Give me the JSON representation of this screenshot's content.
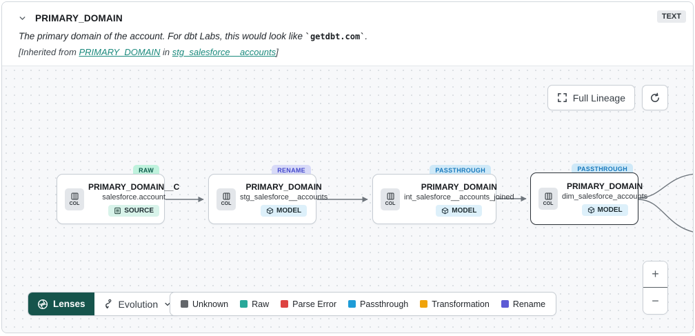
{
  "header": {
    "title": "PRIMARY_DOMAIN",
    "type_badge": "TEXT",
    "description": {
      "prefix": "The primary domain of the account. For dbt Labs, this would look like ",
      "code": "`getdbt.com`",
      "suffix": "."
    },
    "inherited": {
      "prefix": "[Inherited from ",
      "column_link": "PRIMARY_DOMAIN",
      "middle": " in ",
      "model_link": "stg_salesforce__accounts",
      "suffix": "]"
    }
  },
  "canvas": {
    "full_lineage_label": "Full Lineage",
    "zoom_in_label": "+",
    "zoom_out_label": "−",
    "nodes": [
      {
        "badge": "RAW",
        "col_label": "COL",
        "title": "PRIMARY_DOMAIN__C",
        "subtitle": "salesforce.account",
        "resource_label": "SOURCE"
      },
      {
        "badge": "RENAME",
        "col_label": "COL",
        "title": "PRIMARY_DOMAIN",
        "subtitle": "stg_salesforce__accounts",
        "resource_label": "MODEL"
      },
      {
        "badge": "PASSTHROUGH",
        "col_label": "COL",
        "title": "PRIMARY_DOMAIN",
        "subtitle": "int_salesforce__accounts_joined",
        "resource_label": "MODEL"
      },
      {
        "badge": "PASSTHROUGH",
        "col_label": "COL",
        "title": "PRIMARY_DOMAIN",
        "subtitle": "dim_salesforce_accounts",
        "resource_label": "MODEL"
      }
    ]
  },
  "footer": {
    "lenses_label": "Lenses",
    "lens_selected": "Evolution",
    "legend": [
      {
        "label": "Unknown",
        "color": "#63666a"
      },
      {
        "label": "Raw",
        "color": "#28a899"
      },
      {
        "label": "Parse Error",
        "color": "#dd4341"
      },
      {
        "label": "Passthrough",
        "color": "#1e9cd7"
      },
      {
        "label": "Transformation",
        "color": "#f0a30a"
      },
      {
        "label": "Rename",
        "color": "#5d5bd5"
      }
    ]
  },
  "colors": {
    "raw_badge_bg": "#bff2dd",
    "rename_badge_bg": "#d8daf8",
    "passthrough_badge_bg": "#cfe9f8",
    "lenses_button_bg": "#16544c",
    "link_teal": "#1b8a7d",
    "canvas_bg": "#f7f8fa"
  }
}
